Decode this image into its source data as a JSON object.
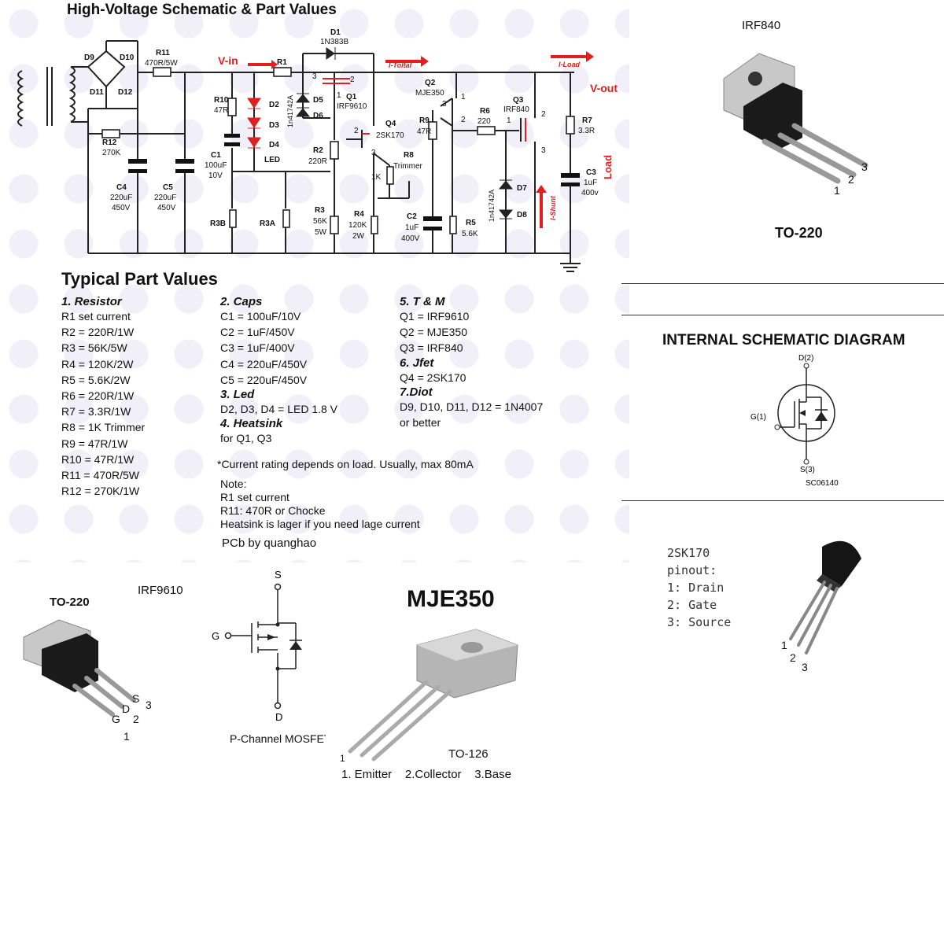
{
  "header": {
    "title": "High-Voltage Schematic & Part Values"
  },
  "schematic": {
    "labels": {
      "vin": "V-in",
      "vout": "V-out",
      "itotal": "I-Toltal",
      "iload": "I-Load",
      "ishunt": "I-Shunt",
      "load": "Load",
      "d1": "D1",
      "d1v": "1N383B",
      "d9": "D9",
      "d10": "D10",
      "d11": "D11",
      "d12": "D12",
      "r11": "R11",
      "r11v": "470R/5W",
      "r1": "R1",
      "r10": "R10",
      "r10v": "47R",
      "d2": "D2",
      "d3": "D3",
      "d4": "D4",
      "led": "LED",
      "d5": "D5",
      "d6": "D6",
      "d56v": "1n41742A",
      "q1": "Q1",
      "q1v": "IRF9610",
      "q2": "Q2",
      "q2v": "MJE350",
      "q3": "Q3",
      "q3v": "IRF840",
      "q4": "Q4",
      "q4v": "2SK170",
      "r12": "R12",
      "r12v": "270K",
      "c1": "C1",
      "c1v1": "100uF",
      "c1v2": "10V",
      "c4": "C4",
      "c4v1": "220uF",
      "c4v2": "450V",
      "c5": "C5",
      "c5v1": "220uF",
      "c5v2": "450V",
      "r2": "R2",
      "r2v": "220R",
      "r8": "R8",
      "r8v": "Trimmer",
      "r8k": "1K",
      "r9": "R9",
      "r9v": "47R",
      "r6": "R6",
      "r6v": "220",
      "r7": "R7",
      "r7v": "3.3R",
      "c3": "C3",
      "c3v1": "1uF",
      "c3v2": "400v",
      "d7": "D7",
      "d8": "D8",
      "d78v": "1n41742A",
      "r3b": "R3B",
      "r3a": "R3A",
      "r3": "R3",
      "r3v1": "56K",
      "r3v2": "5W",
      "r4": "R4",
      "r4v1": "120K",
      "r4v2": "2W",
      "c2": "C2",
      "c2v1": "1uF",
      "c2v2": "400V",
      "r5": "R5",
      "r5v": "5.6K",
      "p1": "1",
      "p2": "2",
      "p3": "3"
    }
  },
  "parts": {
    "title": "Typical Part Values",
    "resistor": {
      "head": "1. Resistor",
      "items": [
        "R1 set current",
        "R2 = 220R/1W",
        "R3 = 56K/5W",
        "R4 = 120K/2W",
        "R5 = 5.6K/2W",
        "R6 = 220R/1W",
        "R7 = 3.3R/1W",
        "R8 = 1K Trimmer",
        "R9 = 47R/1W",
        "R10 = 47R/1W",
        "R11 = 470R/5W",
        "R12 = 270K/1W"
      ]
    },
    "caps": {
      "head": "2. Caps",
      "items": [
        "C1 = 100uF/10V",
        "C2 = 1uF/450V",
        "C3 =  1uF/400V",
        "C4 = 220uF/450V",
        "C5 = 220uF/450V"
      ]
    },
    "led": {
      "head": "3. Led",
      "items": [
        "D2,  D3, D4 =  LED 1.8 V"
      ]
    },
    "heatsink": {
      "head": "4. Heatsink",
      "items": [
        "for Q1, Q3"
      ]
    },
    "tm": {
      "head": "5. T & M",
      "items": [
        "Q1 = IRF9610",
        "Q2 = MJE350",
        "Q3 = IRF840"
      ]
    },
    "jfet": {
      "head": "6. Jfet",
      "items": [
        "Q4 = 2SK170"
      ]
    },
    "diot": {
      "head": "7.Diot",
      "items": [
        "D9, D10, D11, D12 = 1N4007",
        "or better"
      ]
    },
    "current_note": "*Current rating depends on load. Usually, max 80mA",
    "note_lines": [
      "Note:",
      "R1 set current",
      "R11: 470R or Chocke",
      "Heatsink is lager if you need lage current"
    ],
    "credit": "PCb by quanghao"
  },
  "irf840": {
    "name": "IRF840",
    "package": "TO-220",
    "pins": [
      "1",
      "2",
      "3"
    ]
  },
  "internal": {
    "title": "INTERNAL  SCHEMATIC  DIAGRAM",
    "d": "D(2)",
    "g": "G(1)",
    "s": "S(3)",
    "code": "SC06140"
  },
  "sk170": {
    "lines": [
      "2SK170",
      "pinout:",
      "1: Drain",
      "2: Gate",
      "3: Source"
    ],
    "pins": [
      "1",
      "2",
      "3"
    ]
  },
  "irf9610": {
    "package": "TO-220",
    "name": "IRF9610",
    "pins": [
      "S",
      "D",
      "G"
    ],
    "nums": [
      "3",
      "2",
      "1"
    ]
  },
  "pmos": {
    "s": "S",
    "g": "G",
    "d": "D",
    "caption": "P-Channel MOSFET"
  },
  "mje350": {
    "name": "MJE350",
    "package": "TO-126",
    "pin1": "1",
    "pins_text": "1. Emitter    2.Collector    3.Base"
  },
  "colors": {
    "accent_red": "#e0202a",
    "wire": "#222222",
    "led_red": "#e02020"
  }
}
